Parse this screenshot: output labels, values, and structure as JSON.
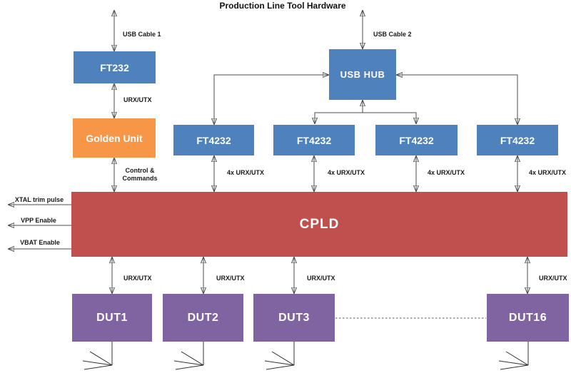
{
  "title": "Production Line Tool Hardware",
  "nodes": {
    "ft232": "FT232",
    "golden_unit": "Golden Unit",
    "usb_hub": "USB HUB",
    "cpld": "CPLD"
  },
  "ft4232_units": [
    "FT4232",
    "FT4232",
    "FT4232",
    "FT4232"
  ],
  "duts": [
    "DUT1",
    "DUT2",
    "DUT3",
    "DUT16"
  ],
  "labels": {
    "usb_cable_1": "USB Cable 1",
    "usb_cable_2": "USB Cable 2",
    "urx_utx": "URX/UTX",
    "control_commands": [
      "Control &",
      "Commands"
    ],
    "fourx_urx_utx": [
      "4x URX/UTX",
      "4x URX/UTX",
      "4x URX/UTX",
      "4x URX/UTX"
    ],
    "dut_links": [
      "URX/UTX",
      "URX/UTX",
      "URX/UTX",
      "URX/UTX"
    ]
  },
  "cpld_outputs": {
    "xtal": "XTAL trim pulse",
    "vpp": "VPP Enable",
    "vbat": "VBAT Enable"
  },
  "colors": {
    "blue": "#4F81BD",
    "orange": "#F79646",
    "red": "#C0504D",
    "purple": "#8064A2",
    "line": "#4d4d4d",
    "label_text": "#1a1a1a",
    "box_text": "#FFFFFF",
    "background": "#FFFFFF"
  }
}
